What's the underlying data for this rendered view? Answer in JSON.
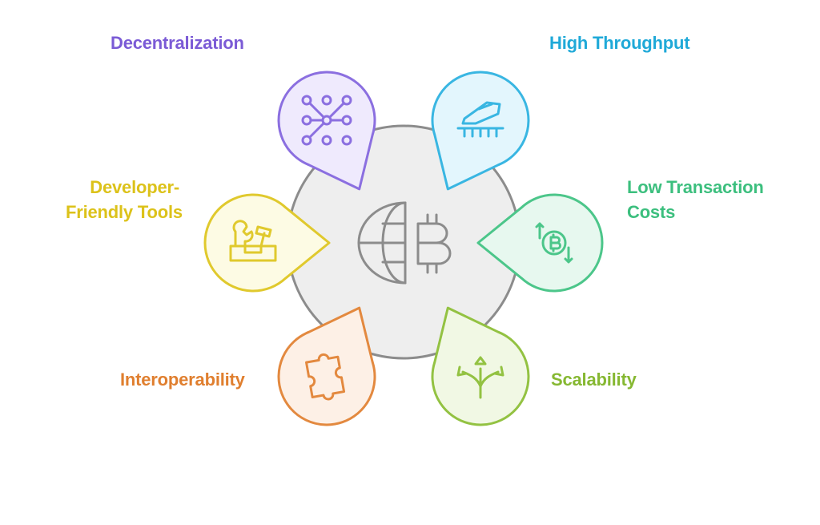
{
  "center": {
    "icon": "globe-bitcoin-icon",
    "stroke": "#8c8c8c",
    "fill": "#eeeeee"
  },
  "features": [
    {
      "key": "decentralization",
      "lines": [
        "Decentralization"
      ],
      "icon": "network-nodes-icon",
      "color": "#7b5bd6",
      "fill": "#efeafd",
      "stroke": "#8b6fe0"
    },
    {
      "key": "high-throughput",
      "lines": [
        "High Throughput"
      ],
      "icon": "bullet-train-icon",
      "color": "#1fa9d8",
      "fill": "#e3f6fd",
      "stroke": "#39b6e2"
    },
    {
      "key": "low-transaction-costs",
      "lines": [
        "Low Transaction",
        "Costs"
      ],
      "icon": "bitcoin-exchange-icon",
      "color": "#3cbf7e",
      "fill": "#e7f8ef",
      "stroke": "#4cc68a"
    },
    {
      "key": "scalability",
      "lines": [
        "Scalability"
      ],
      "icon": "branching-arrows-icon",
      "color": "#86b832",
      "fill": "#f1f8e4",
      "stroke": "#93c242"
    },
    {
      "key": "interoperability",
      "lines": [
        "Interoperability"
      ],
      "icon": "puzzle-piece-icon",
      "color": "#e07f2f",
      "fill": "#fdf0e6",
      "stroke": "#e3893f"
    },
    {
      "key": "developer-friendly-tools",
      "lines": [
        "Developer-",
        "Friendly Tools"
      ],
      "icon": "toolbox-icon",
      "color": "#dcc21a",
      "fill": "#fdfbe4",
      "stroke": "#e0c92d"
    }
  ]
}
